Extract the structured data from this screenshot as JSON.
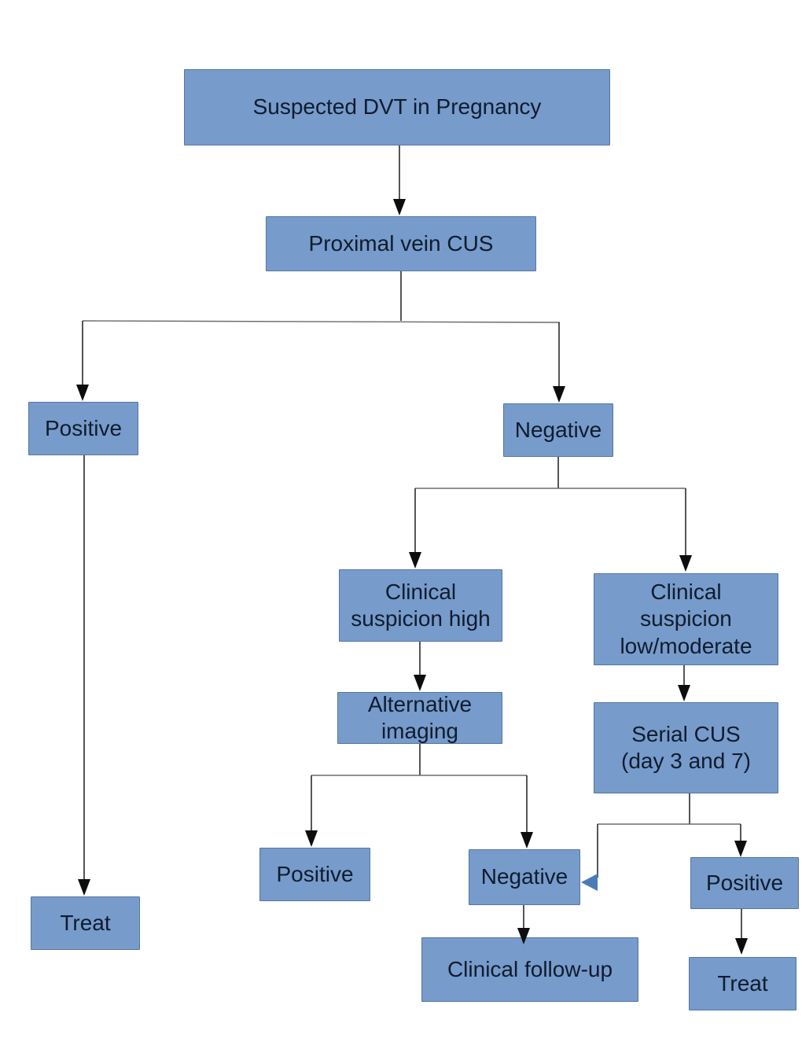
{
  "colors": {
    "background": "#FFFFFF",
    "node_fill": "#779BCB",
    "node_border": "#54779F",
    "node_text": "#0F1C2E",
    "connector": "#2B2B2B",
    "connector_branch": "#6B6B6B",
    "arrowhead": "#0D0D0D",
    "feedback_arrow": "#4B7CB8"
  },
  "nodes": {
    "suspected": {
      "label": "Suspected DVT in Pregnancy"
    },
    "proximal_cus": {
      "label": "Proximal vein CUS"
    },
    "cus_positive": {
      "label": "Positive"
    },
    "cus_negative": {
      "label": "Negative"
    },
    "suspicion_high": {
      "label": "Clinical\nsuspicion high"
    },
    "suspicion_low_moderate": {
      "label": "Clinical\nsuspicion\nlow/moderate"
    },
    "alternative_imaging": {
      "label": "Alternative\nimaging"
    },
    "serial_cus": {
      "label": "Serial CUS\n(day 3 and 7)"
    },
    "imaging_positive": {
      "label": "Positive"
    },
    "imaging_negative": {
      "label": "Negative"
    },
    "serial_positive": {
      "label": "Positive"
    },
    "clinical_follow_up": {
      "label": "Clinical follow-up"
    },
    "treat_left": {
      "label": "Treat"
    },
    "treat_right": {
      "label": "Treat"
    }
  }
}
